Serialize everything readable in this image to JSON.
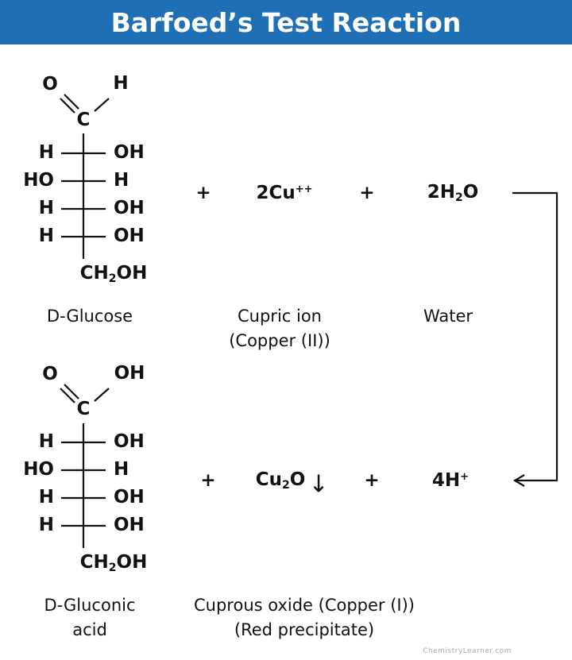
{
  "title": "Barfoed’s Test Reaction",
  "reactants": {
    "glucose": {
      "top_left": "O",
      "top_right": "H",
      "carbon": "C",
      "rows": [
        {
          "left": "H",
          "right": "OH"
        },
        {
          "left": "HO",
          "right": "H"
        },
        {
          "left": "H",
          "right": "OH"
        },
        {
          "left": "H",
          "right": "OH"
        }
      ],
      "bottom": {
        "a": "CH",
        "sub": "2",
        "b": "OH"
      },
      "label": "D-Glucose"
    },
    "plus1": "+",
    "cupric": {
      "formula": "2Cu",
      "sup": "++",
      "label1": "Cupric ion",
      "label2": "(Copper (II))"
    },
    "plus2": "+",
    "water": {
      "a": "2H",
      "sub": "2",
      "b": "O",
      "label": "Water"
    }
  },
  "products": {
    "gluconic": {
      "top_left": "O",
      "top_right": "OH",
      "carbon": "C",
      "rows": [
        {
          "left": "H",
          "right": "OH"
        },
        {
          "left": "HO",
          "right": "H"
        },
        {
          "left": "H",
          "right": "OH"
        },
        {
          "left": "H",
          "right": "OH"
        }
      ],
      "bottom": {
        "a": "CH",
        "sub": "2",
        "b": "OH"
      },
      "label1": "D-Gluconic",
      "label2": "acid"
    },
    "plus1": "+",
    "cuprous": {
      "a": "Cu",
      "sub": "2",
      "b": "O",
      "arrow": "↓",
      "label1": "Cuprous oxide (Copper (I))",
      "label2": "(Red precipitate)"
    },
    "plus2": "+",
    "hydrogen": {
      "formula": "4H",
      "sup": "+"
    }
  },
  "watermark": "ChemistryLearner.com",
  "colors": {
    "header": "#1f6fb4"
  }
}
